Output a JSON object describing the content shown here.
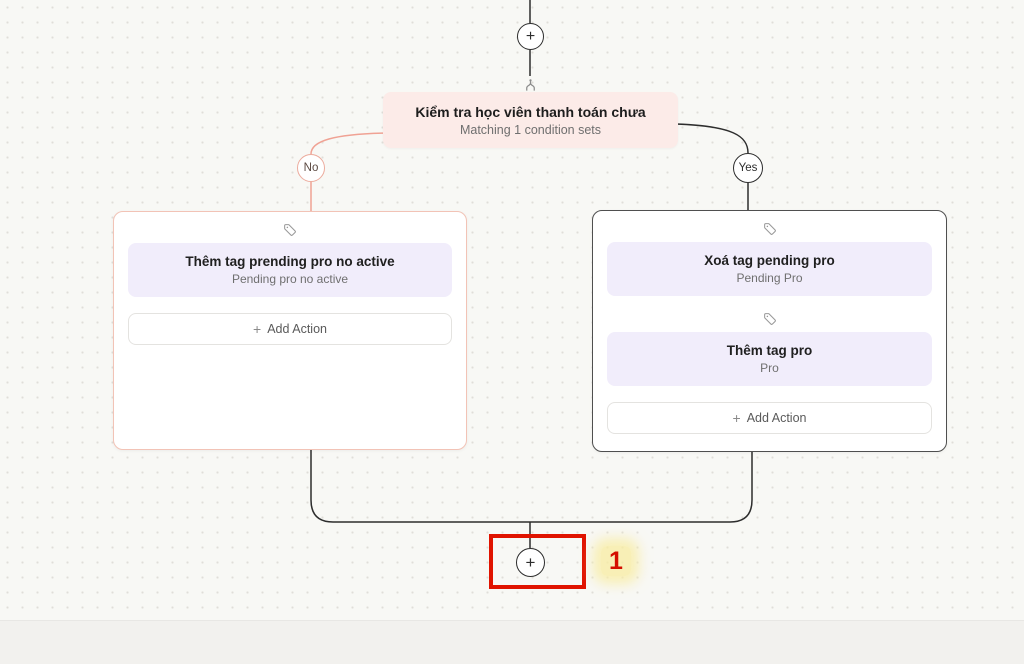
{
  "ui": {
    "plus": "+"
  },
  "flow": {
    "condition": {
      "title": "Kiểm tra học viên thanh toán chưa",
      "subtitle": "Matching 1 condition sets"
    },
    "branch_no": {
      "label": "No"
    },
    "branch_yes": {
      "label": "Yes"
    },
    "no_card": {
      "actions": [
        {
          "title": "Thêm tag prending pro no active",
          "subtitle": "Pending pro no active"
        }
      ],
      "add_action": "Add Action"
    },
    "yes_card": {
      "actions": [
        {
          "title": "Xoá tag pending pro",
          "subtitle": "Pending Pro"
        },
        {
          "title": "Thêm tag pro",
          "subtitle": "Pro"
        }
      ],
      "add_action": "Add Action"
    }
  },
  "annotation": {
    "label": "1"
  },
  "colors": {
    "condition_bg": "#fcebe8",
    "action_bg": "#f1edfb",
    "no_branch_line": "#f0a294",
    "yes_branch_line": "#2d2d2d",
    "annotation_red": "#e01300"
  }
}
